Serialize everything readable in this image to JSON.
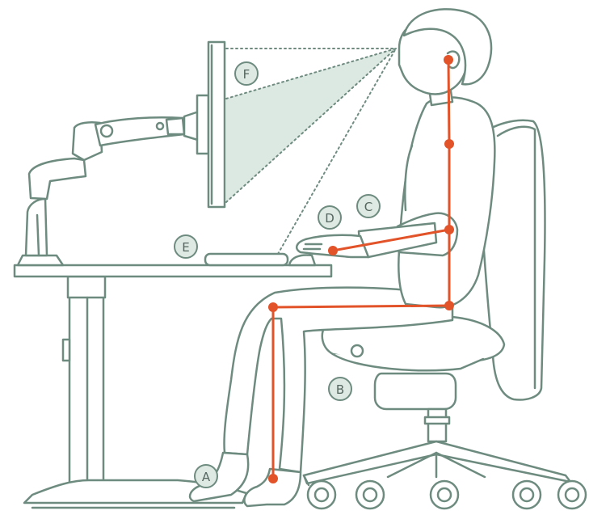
{
  "labels": {
    "a": "A",
    "b": "B",
    "c": "C",
    "d": "D",
    "e": "E",
    "f": "F"
  },
  "colors": {
    "outline": "#6e8b80",
    "fill": "#ffffff",
    "badge_fill": "#dfe9e4",
    "sightline_fill": "#c9dbd3",
    "posture": "#e2532a"
  }
}
